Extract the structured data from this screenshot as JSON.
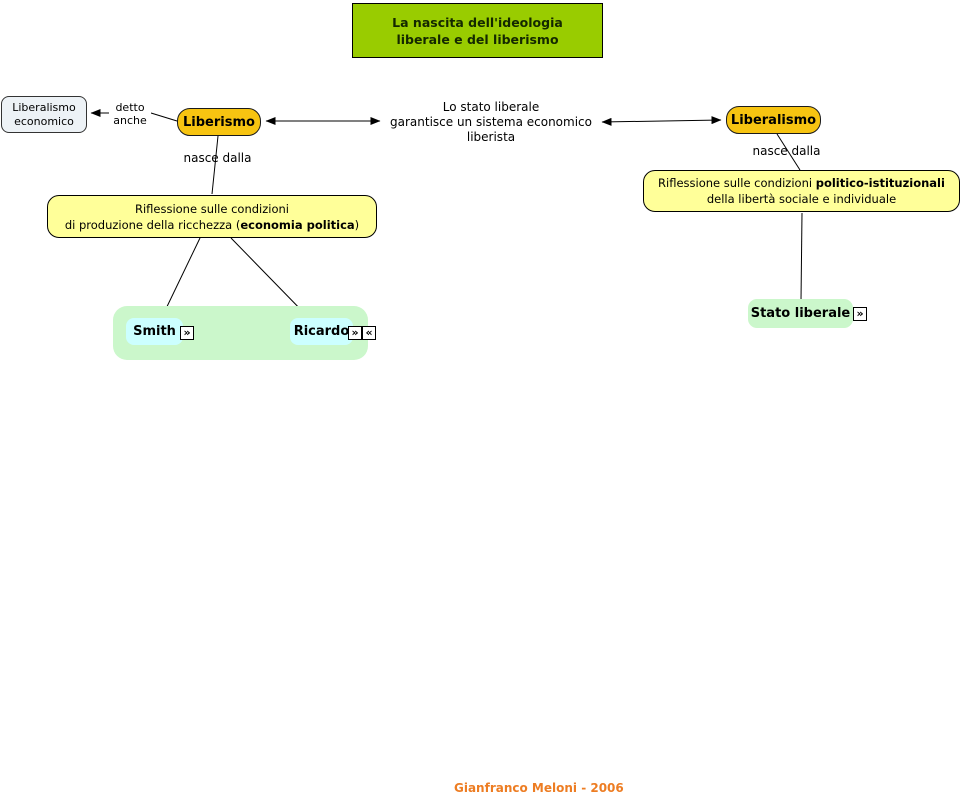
{
  "colors": {
    "title-bg": "#99CC00",
    "title-text": "#142800",
    "gold": "#F7C411",
    "pale-yellow": "#FFFF99",
    "light-green": "#CBF7CB",
    "light-cyan": "#CCFFFF",
    "pale-gray": "#EDF2F6",
    "line": "#000000",
    "credit-orange": "#ED7D23"
  },
  "title": {
    "line1": "La nascita dell'ideologia",
    "line2": "liberale e del liberismo"
  },
  "nodes": {
    "liberalismo_economico": {
      "line1": "Liberalismo",
      "line2": "economico"
    },
    "liberismo": "Liberismo",
    "liberalismo": "Liberalismo",
    "riflessione_economica": {
      "line1": "Riflessione sulle condizioni",
      "line2_pre": "di produzione della ricchezza (",
      "line2_bold": "economia politica",
      "line2_post": ")"
    },
    "riflessione_politica": {
      "line1_pre": "Riflessione sulle condizioni ",
      "line1_bold": "politico-istituzionali",
      "line2": "della libertà sociale e individuale"
    },
    "smith": "Smith",
    "ricardo": "Ricardo",
    "stato_liberale": "Stato liberale"
  },
  "links": {
    "detto_anche": {
      "line1": "detto",
      "line2": "anche"
    },
    "nasce_dalla_left": "nasce dalla",
    "nasce_dalla_right": "nasce dalla",
    "garantisce": {
      "line1": "Lo stato liberale",
      "line2": "garantisce un sistema economico",
      "line3": "liberista"
    }
  },
  "icons": {
    "expand_right": "»",
    "expand_left": "«"
  },
  "footer": "Gianfranco Meloni - 2006"
}
